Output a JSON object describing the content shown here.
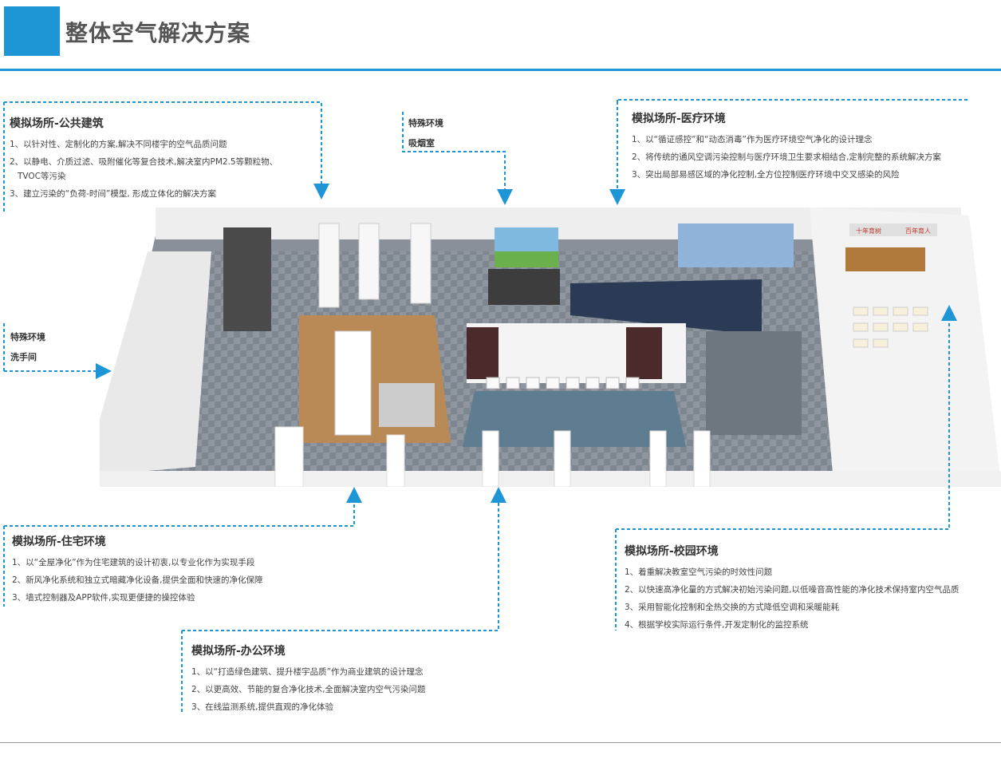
{
  "header": {
    "title": "整体空气解决方案"
  },
  "public": {
    "heading": "模拟场所-公共建筑",
    "items": [
      "1、以针对性、定制化的方案,解决不同楼宇的空气品质问题",
      "2、以静电、介质过滤、吸附催化等复合技术,解决室内PM2.5等颗粒物、",
      "TVOC等污染",
      "3、建立污染的“负荷-时间”模型, 形成立体化的解决方案"
    ]
  },
  "smoking": {
    "line1": "特殊环境",
    "line2": "吸烟室"
  },
  "washroom": {
    "line1": "特殊环境",
    "line2": "洗手间"
  },
  "medical": {
    "heading": "模拟场所-医疗环境",
    "items": [
      "1、以“循证感控”和“动态消毒”作为医疗环境空气净化的设计理念",
      "2、将传统的通风空调污染控制与医疗环境卫生要求相结合,定制完整的系统解决方案",
      "3、突出局部易感区域的净化控制,全方位控制医疗环境中交叉感染的风险"
    ]
  },
  "residential": {
    "heading": "模拟场所-住宅环境",
    "items": [
      "1、以“全屋净化”作为住宅建筑的设计初衷,以专业化作为实现手段",
      "2、新风净化系统和独立式暗藏净化设备,提供全面和快速的净化保障",
      "3、墙式控制器及APP软件,实现更便捷的操控体验"
    ]
  },
  "campus": {
    "heading": "模拟场所-校园环境",
    "items": [
      "1、着重解决教室空气污染的时效性问题",
      "2、以快速高净化量的方式解决初始污染问题,以低噪音高性能的净化技术保持室内空气品质",
      "3、采用智能化控制和全热交换的方式降低空调和采暖能耗",
      "4、根据学校实际运行条件,开发定制化的监控系统"
    ]
  },
  "office": {
    "heading": "模拟场所-办公环境",
    "items": [
      "1、以“打造绿色建筑、提升楼宇品质”作为商业建筑的设计理念",
      "2、以更高效、节能的复合净化技术,全面解决室内空气污染问题",
      "3、在线监测系统,提供直观的净化体验"
    ]
  },
  "floorplan": {
    "banner_left": "十年育树",
    "banner_right": "百年育人"
  },
  "colors": {
    "accent": "#1e96d6",
    "floor": "#7d858f",
    "wall": "#f2f2f2"
  }
}
